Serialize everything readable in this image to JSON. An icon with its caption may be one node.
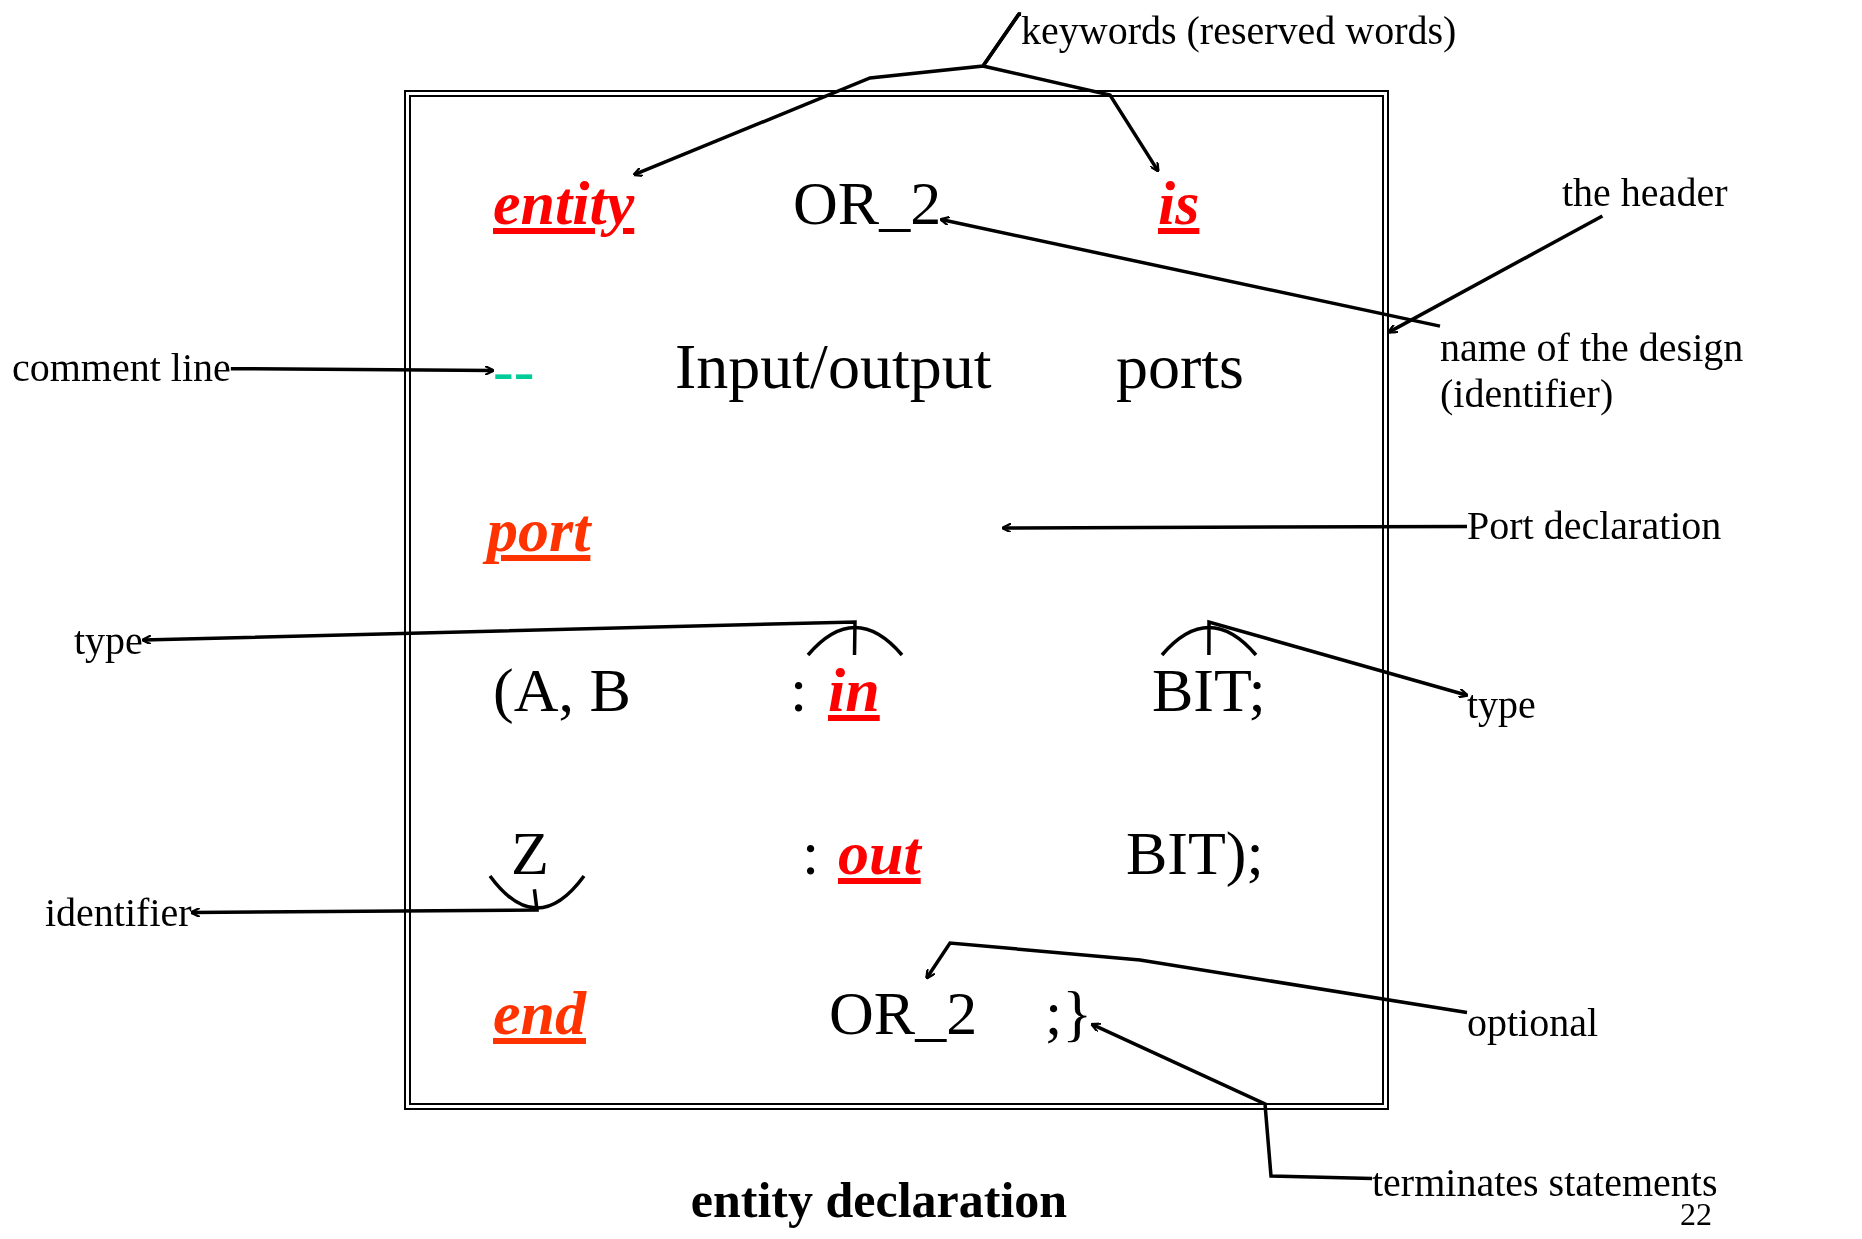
{
  "diagram": {
    "caption": "entity declaration",
    "nodes": [
      {
        "text": [
          "keywords (reserved words)"
        ]
      },
      {
        "text": [],
        "shape": "box"
      },
      {
        "text": [
          "entity"
        ],
        "in": 1
      },
      {
        "text": [
          "OR_2"
        ],
        "in": 1
      },
      {
        "text": [
          "is"
        ],
        "in": 1
      },
      {
        "text": [
          "the header"
        ]
      },
      {
        "text": [
          "comment line"
        ]
      },
      {
        "text": [
          "--"
        ],
        "in": 1
      },
      {
        "text": [
          "Input/output"
        ],
        "in": 1
      },
      {
        "text": [
          "ports"
        ],
        "in": 1
      },
      {
        "text": [
          "name of the design (identifier)"
        ]
      },
      {
        "text": [
          "port"
        ],
        "in": 1
      },
      {
        "text": [
          "Port declaration"
        ]
      },
      {
        "text": [
          "type"
        ]
      },
      {
        "text": [
          "(A, B"
        ],
        "in": 1
      },
      {
        "text": [
          ":"
        ],
        "in": 1
      },
      {
        "text": [
          "in"
        ],
        "in": 1
      },
      {
        "text": [
          "BIT;"
        ],
        "in": 1
      },
      {
        "text": [
          "type"
        ]
      },
      {
        "text": [
          "Z"
        ],
        "in": 1
      },
      {
        "text": [
          ":"
        ],
        "in": 1
      },
      {
        "text": [
          "out"
        ],
        "in": 1
      },
      {
        "text": [
          "BIT);"
        ],
        "in": 1
      },
      {
        "text": [
          "identifier"
        ]
      },
      {
        "text": [
          "end"
        ],
        "in": 1
      },
      {
        "text": [
          "OR_2"
        ],
        "in": 1
      },
      {
        "text": [
          ";}"
        ],
        "in": 1
      },
      {
        "text": [
          "optional"
        ]
      },
      {
        "text": [
          "terminates statements"
        ]
      }
    ],
    "edges": [
      {
        "from": 0,
        "to": 2,
        "arrow": "to"
      },
      {
        "from": 0,
        "to": 4,
        "arrow": "to"
      },
      {
        "from": 5,
        "to": 1,
        "arrow": "to"
      },
      {
        "from": 10,
        "to": 3,
        "arrow": "to"
      },
      {
        "from": 6,
        "to": 7,
        "arrow": "to"
      },
      {
        "from": 12,
        "to": null,
        "arrow": "to"
      },
      {
        "from": 16,
        "to": 13,
        "arrow": "to"
      },
      {
        "from": 17,
        "to": 18,
        "arrow": "to"
      },
      {
        "from": 19,
        "to": 23,
        "arrow": "to"
      },
      {
        "from": 27,
        "to": 25,
        "arrow": "to"
      },
      {
        "from": 28,
        "to": 26,
        "arrow": "to"
      }
    ],
    "labels": [
      "22"
    ]
  }
}
